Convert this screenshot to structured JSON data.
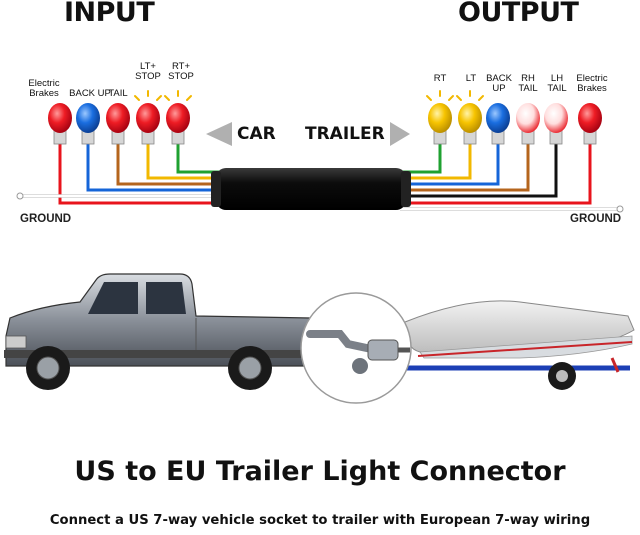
{
  "header": {
    "input": "INPUT",
    "output": "OUTPUT"
  },
  "input_labels": [
    {
      "lines": [
        "Electric",
        "Brakes"
      ],
      "color": "#e8141c"
    },
    {
      "lines": [
        "BACK",
        "UP"
      ],
      "color": "#1565d8"
    },
    {
      "lines": [
        "TAIL"
      ],
      "color": "#e8141c"
    },
    {
      "lines": [
        "LT+",
        "STOP"
      ],
      "color": "#e8141c"
    },
    {
      "lines": [
        "RT+",
        "STOP"
      ],
      "color": "#e8141c"
    }
  ],
  "output_labels": [
    {
      "lines": [
        "RT"
      ],
      "color": "#f2b800"
    },
    {
      "lines": [
        "LT"
      ],
      "color": "#f2b800"
    },
    {
      "lines": [
        "BACK",
        "UP"
      ],
      "color": "#1565d8"
    },
    {
      "lines": [
        "RH",
        "TAIL"
      ],
      "color": "#e8141c"
    },
    {
      "lines": [
        "LH",
        "TAIL"
      ],
      "color": "#e8141c"
    },
    {
      "lines": [
        "Electric",
        "Brakes"
      ],
      "color": "#e8141c"
    }
  ],
  "ground": {
    "left": "GROUND",
    "right": "GROUND"
  },
  "direction": {
    "car": "CAR",
    "trailer": "TRAILER"
  },
  "title": "US to EU Trailer Light Connector",
  "subtitle": "Connect a US 7-way vehicle socket to trailer with European 7-way wiring",
  "colors": {
    "red": "#e8141c",
    "blue": "#1565d8",
    "yellow": "#f2b800",
    "green": "#1fa131",
    "brown": "#b5651d",
    "white": "#ffffff",
    "black": "#111111",
    "cable": "#151515"
  }
}
